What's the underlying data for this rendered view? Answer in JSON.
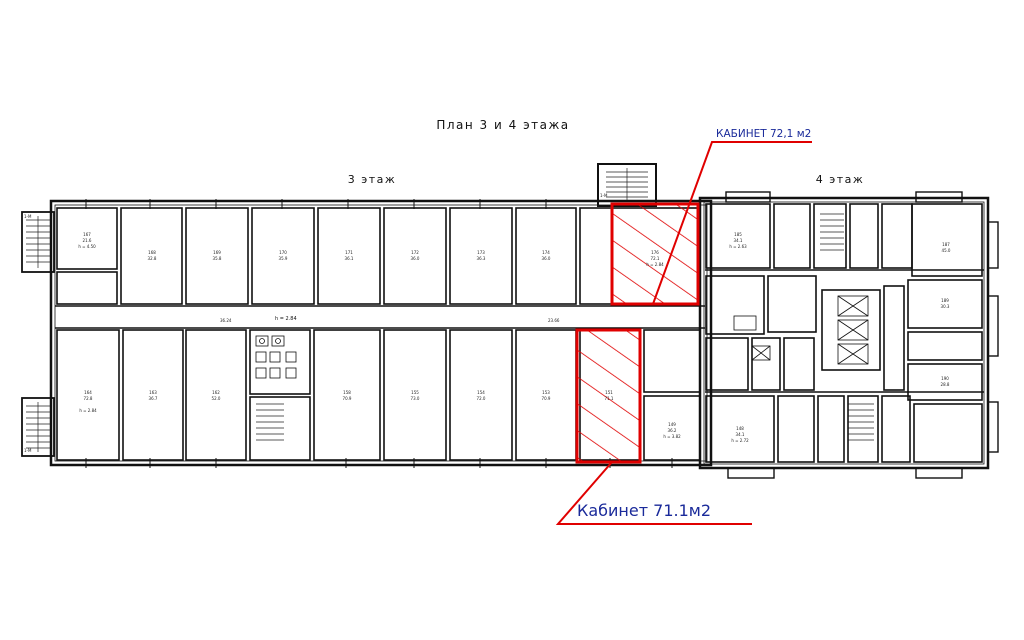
{
  "title": "План 3 и 4 этажа",
  "floor3_label": "3 этаж",
  "floor4_label": "4 этаж",
  "callouts": [
    {
      "text": "КАБИНЕТ 72,1 м2"
    },
    {
      "text": "Кабинет 71.1м2"
    }
  ],
  "corridor": {
    "length": "36.24",
    "height": "h = 2.84",
    "length2": "23.66"
  },
  "stair_label": "1-М",
  "rooms_top": [
    {
      "num": "167",
      "area": "21.6",
      "h": "h = 4.50"
    },
    {
      "num": "168",
      "area": "32.8"
    },
    {
      "num": "169",
      "area": "35.8"
    },
    {
      "num": "170",
      "area": "35.9"
    },
    {
      "num": "171",
      "area": "36.1"
    },
    {
      "num": "172",
      "area": "36.0"
    },
    {
      "num": "173",
      "area": "36.3"
    },
    {
      "num": "174",
      "area": "36.0"
    },
    {
      "num": "176",
      "area": "72.1",
      "h": "h = 2.84"
    }
  ],
  "rooms_bottom": [
    {
      "num": "164",
      "area": "72.8",
      "h": "h = 2.84"
    },
    {
      "num": "163",
      "area": "36.7"
    },
    {
      "num": "162",
      "area": "52.0"
    },
    {
      "num": "158",
      "area": "70.9"
    },
    {
      "num": "155",
      "area": "73.0"
    },
    {
      "num": "154",
      "area": "72.0"
    },
    {
      "num": "153",
      "area": "70.9"
    },
    {
      "num": "151",
      "area": "71.1"
    }
  ],
  "rooms_east": [
    {
      "num": "185",
      "area": "34.1",
      "h": "h = 2.63"
    },
    {
      "num": "187",
      "area": "45.0"
    },
    {
      "num": "148",
      "area": "34.1",
      "h": "h = 2.72"
    },
    {
      "num": "149",
      "area": "36.2",
      "h": "h = 3.82"
    },
    {
      "num": "189",
      "area": "30.3"
    },
    {
      "num": "190",
      "area": "28.8"
    }
  ]
}
